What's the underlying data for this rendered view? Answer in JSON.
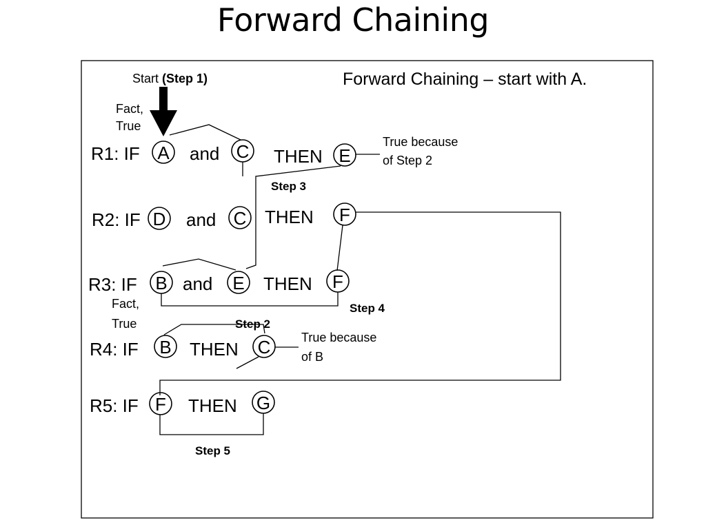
{
  "title": "Forward Chaining",
  "diagram": {
    "heading": "Forward Chaining – start with A.",
    "start_label": "Start ",
    "start_step": "(Step 1)",
    "fact_a": [
      "Fact,",
      "True"
    ],
    "fact_b": [
      "Fact,",
      "True"
    ],
    "rules": [
      {
        "name": "R1: IF",
        "and": "and",
        "then": "THEN",
        "conditions": [
          "A",
          "C"
        ],
        "result": "E"
      },
      {
        "name": "R2: IF",
        "and": "and",
        "then": "THEN",
        "conditions": [
          "D",
          "C"
        ],
        "result": "F"
      },
      {
        "name": "R3: IF",
        "and": "and",
        "then": "THEN",
        "conditions": [
          "B",
          "E"
        ],
        "result": "F"
      },
      {
        "name": "R4: IF",
        "then": "THEN",
        "conditions": [
          "B"
        ],
        "result": "C"
      },
      {
        "name": "R5: IF",
        "then": "THEN",
        "conditions": [
          "F"
        ],
        "result": "G"
      }
    ],
    "annotations": {
      "r1_note": [
        "True because",
        "of Step 2"
      ],
      "r4_note": [
        "True because",
        "of B"
      ]
    },
    "steps": {
      "step2": "Step 2",
      "step3": "Step 3",
      "step4": "Step 4",
      "step5": "Step 5"
    }
  }
}
